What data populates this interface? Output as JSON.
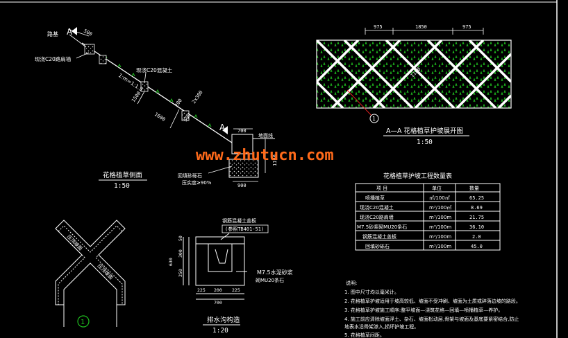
{
  "section_plan": {
    "marker": "A",
    "label_top": "路基",
    "label_c20_bottom": "现浇C20路肩墙",
    "label_c20_anchor": "现浇C20混凝土",
    "slope_ratio": "1:m=1:1.5",
    "dim_500": "500",
    "dim_1500": "1500",
    "dim_1600": "1600",
    "dim_200": "200",
    "dim_2x300": "2x300",
    "dim_500b": "500",
    "dim_700": "700",
    "dim_900": "900",
    "dim_1100": "1100",
    "label_ground": "地面线",
    "label_gravel": "回填砂砾石",
    "label_compaction": "压实度≥90%",
    "marker2": "A",
    "title": "花格植草侧面",
    "scale": "1:50"
  },
  "elevation": {
    "dim_left": "975",
    "dim_mid": "1850",
    "dim_right": "975",
    "diag_dim": "1100",
    "callout": "1",
    "title": "A—A 花格植草护坡展开图",
    "scale": "1:50"
  },
  "watermark": "www.zhutucn.com",
  "table": {
    "title": "花格植草护坡工程数量表",
    "headers": [
      "项 目",
      "单位",
      "数量"
    ],
    "rows": [
      [
        "喷播植草",
        "㎡/100㎡",
        "65.25"
      ],
      [
        "现浇C20混凝土",
        "m³/100㎡",
        "8.69"
      ],
      [
        "现浇C20路肩墙",
        "m³/100m",
        "21.75"
      ],
      [
        "M7.5砂浆砌MU20条石",
        "m³/100m",
        "36.10"
      ],
      [
        "钢筋混凝土盖板",
        "m³/100m",
        "2.0"
      ],
      [
        "回填砂砾石",
        "m³/100m",
        "45.0"
      ]
    ]
  },
  "cross": {
    "label_a": "压顶坡面",
    "label_b": "压顶坡面",
    "callout": "1"
  },
  "ditch": {
    "label_cover": "钢筋混凝土盖板",
    "label_std": "(参照TB401-51)",
    "label_mortar": "M7.5水泥砂浆",
    "label_stone": "砌MU20条石",
    "dim_50": "50",
    "dim_300": "300",
    "dim_250": "250",
    "dim_630": "630",
    "dim_225a": "225",
    "dim_200": "200",
    "dim_225b": "225",
    "dim_700": "700",
    "title": "排水沟构造",
    "scale": "1:20"
  },
  "notes": {
    "heading": "说明:",
    "items": [
      "1. 图中尺寸均以毫米计。",
      "2. 花格植草护坡适用于坡高较低、坡面不受冲刷、坡面为土质或碎落边坡的路段。",
      "3. 花格植草护坡施工顺序:整平坡面—浇筑花格—回填—喷播植草—养护。",
      "4. 施工前应清除坡面浮土、杂石、坡面松动层,骨架与坡面及基底要紧密结合,防止",
      "   地表水沿骨架渗入,损坏护坡工程。",
      "5. 花格植草间距。"
    ]
  }
}
